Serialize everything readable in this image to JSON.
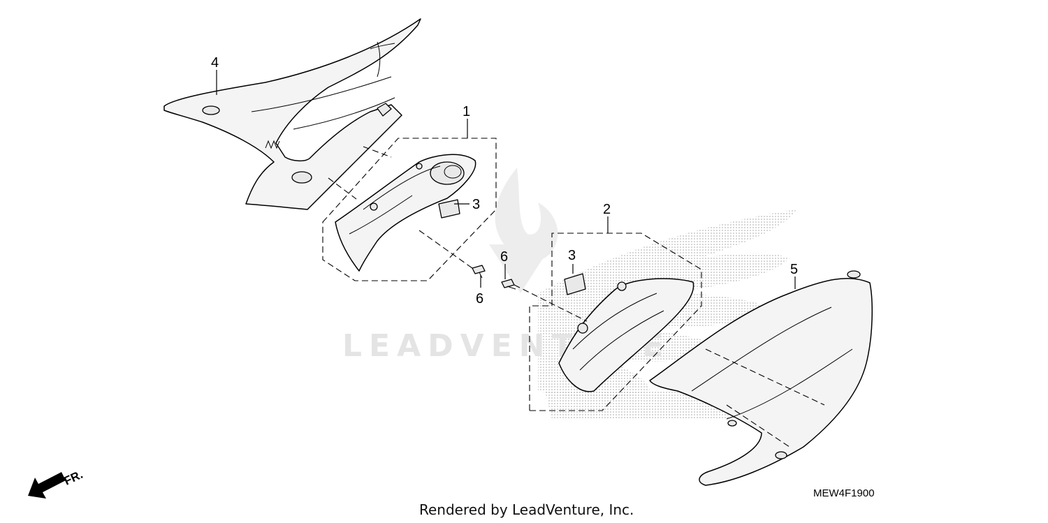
{
  "diagram": {
    "callouts": [
      {
        "id": "c4",
        "label": "4"
      },
      {
        "id": "c1",
        "label": "1"
      },
      {
        "id": "c3a",
        "label": "3"
      },
      {
        "id": "c6a",
        "label": "6"
      },
      {
        "id": "c6b",
        "label": "6"
      },
      {
        "id": "c2",
        "label": "2"
      },
      {
        "id": "c3b",
        "label": "3"
      },
      {
        "id": "c5",
        "label": "5"
      }
    ],
    "diagram_code": "MEW4F1900",
    "direction_label": "FR.",
    "watermark_text": "LEADVENTURE",
    "footer_credit": "Rendered by LeadVenture, Inc."
  },
  "colors": {
    "line": "#000000",
    "part_fill": "#f4f4f4",
    "watermark": "#e4e4e4"
  }
}
